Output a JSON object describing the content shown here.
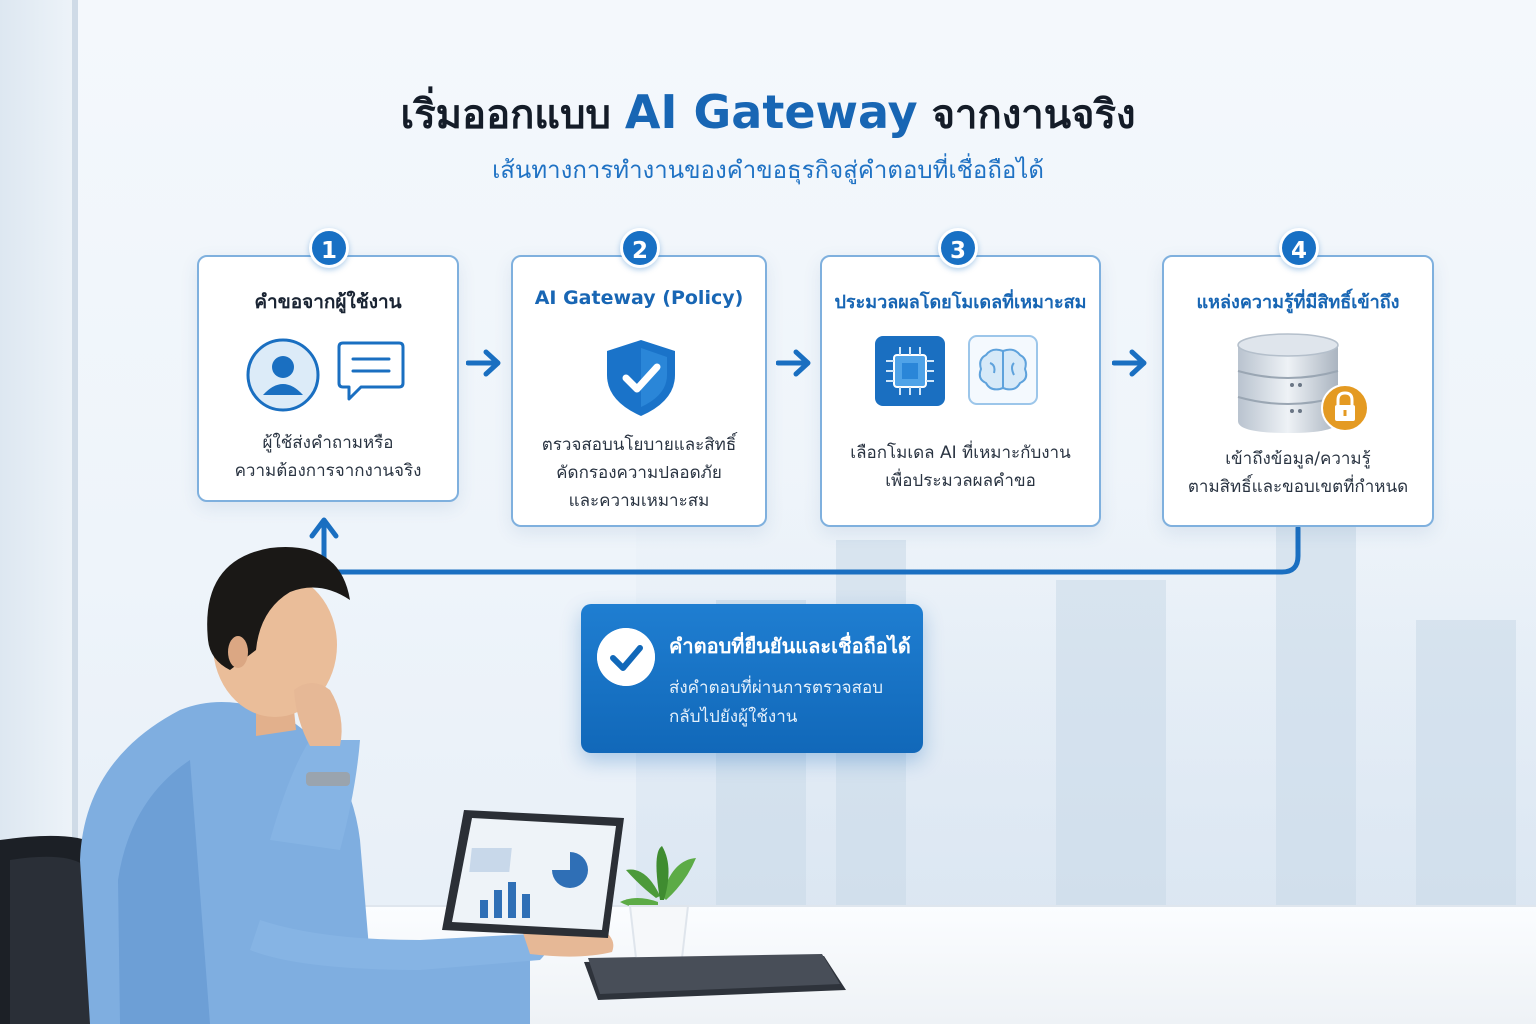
{
  "title": {
    "prefix": "เริ่มออกแบบ",
    "accent": "AI Gateway",
    "suffix": "จากงานจริง"
  },
  "subtitle": "เส้นทางการทำงานของคำขอธุรกิจสู่คำตอบที่เชื่อถือได้",
  "colors": {
    "accent": "#1866b4",
    "card_border": "#7fb0de",
    "badge": "#1870c4",
    "lock": "#e49a22"
  },
  "steps": [
    {
      "number": "1",
      "title": "คำขอจากผู้ใช้งาน",
      "desc_lines": [
        "ผู้ใช้ส่งคำถามหรือ",
        "ความต้องการจากงานจริง"
      ],
      "icons": [
        "user-icon",
        "chat-bubble-icon"
      ]
    },
    {
      "number": "2",
      "title": "AI Gateway (Policy)",
      "desc_lines": [
        "ตรวจสอบนโยบายและสิทธิ์",
        "คัดกรองความปลอดภัย",
        "และความเหมาะสม"
      ],
      "icons": [
        "shield-check-icon"
      ]
    },
    {
      "number": "3",
      "title": "ประมวลผลโดยโมเดลที่เหมาะสม",
      "desc_lines": [
        "เลือกโมเดล AI ที่เหมาะกับงาน",
        "เพื่อประมวลผลคำขอ"
      ],
      "icons": [
        "chip-icon",
        "brain-icon"
      ]
    },
    {
      "number": "4",
      "title": "แหล่งความรู้ที่มีสิทธิ์เข้าถึง",
      "desc_lines": [
        "เข้าถึงข้อมูล/ความรู้",
        "ตามสิทธิ์และขอบเขตที่กำหนด"
      ],
      "icons": [
        "database-icon",
        "lock-icon"
      ]
    }
  ],
  "response": {
    "title": "คำตอบที่ยืนยันและเชื่อถือได้",
    "desc_lines": [
      "ส่งคำตอบที่ผ่านการตรวจสอบ",
      "กลับไปยังผู้ใช้งาน"
    ],
    "icon": "check-circle-icon"
  }
}
